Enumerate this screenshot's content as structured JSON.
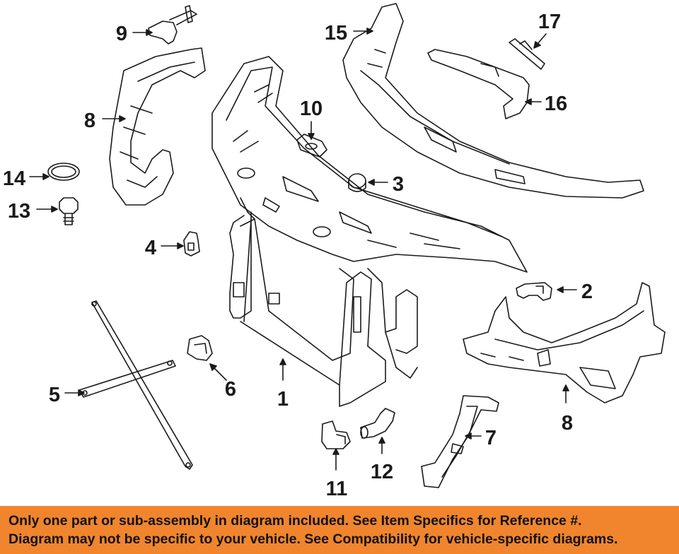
{
  "colors": {
    "line": "#1a1a1a",
    "banner_bg": "#f0852d",
    "banner_text": "#111111",
    "background": "#ffffff"
  },
  "callouts": {
    "c1": "1",
    "c2": "2",
    "c3": "3",
    "c4": "4",
    "c5": "5",
    "c6": "6",
    "c7": "7",
    "c8a": "8",
    "c8b": "8",
    "c9": "9",
    "c10": "10",
    "c11": "11",
    "c12": "12",
    "c13": "13",
    "c14": "14",
    "c15": "15",
    "c16": "16",
    "c17": "17"
  },
  "banner": {
    "line1": "Only one part or sub-assembly in diagram included. See Item Specifics for Reference #.",
    "line2": "Diagram may not be specific to your vehicle. See Compatibility for vehicle-specific diagrams."
  }
}
